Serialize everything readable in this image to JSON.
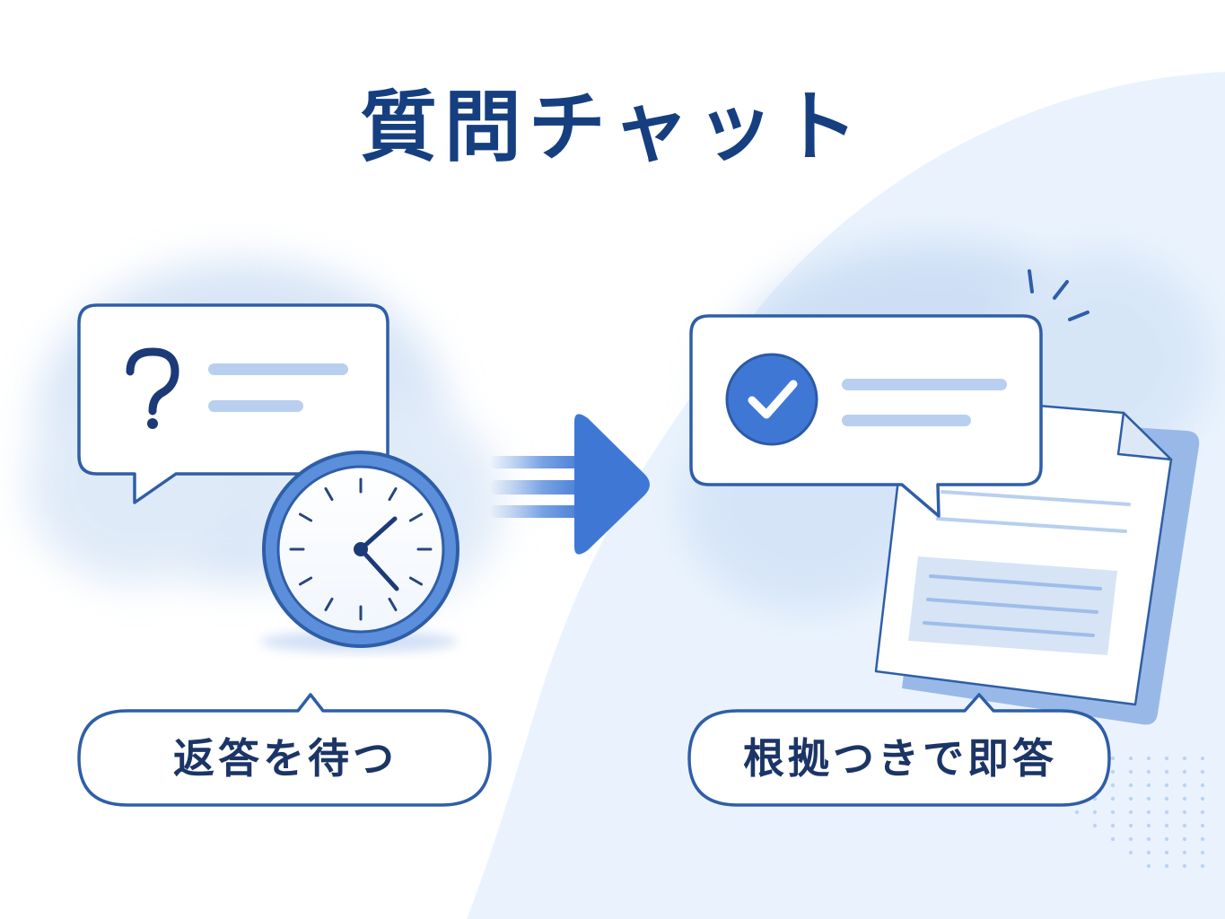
{
  "title": "質問チャット",
  "before": {
    "label": "返答を待つ",
    "icons": [
      "question-mark-icon",
      "clock-icon"
    ]
  },
  "after": {
    "label": "根拠つきで即答",
    "icons": [
      "checkmark-icon",
      "document-icon"
    ]
  },
  "transition_icon": "arrow-right-icon",
  "colors": {
    "title": "#163f80",
    "label_text": "#1c3567",
    "outline": "#2f5ea8",
    "accent": "#3f78d4",
    "light_line": "#b8cff0",
    "background_wave": "#eaf3fd"
  }
}
